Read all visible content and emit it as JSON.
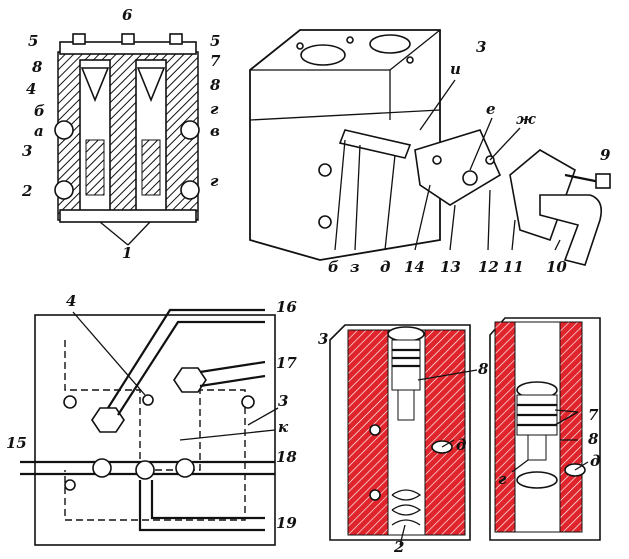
{
  "panels": {
    "top_left": {
      "labels": [
        "6",
        "5",
        "5",
        "8",
        "7",
        "4",
        "8",
        "б",
        "г",
        "а",
        "в",
        "3",
        "2",
        "г",
        "1"
      ]
    },
    "top_right": {
      "labels": [
        "3",
        "и",
        "е",
        "ж",
        "9",
        "б",
        "з",
        "д",
        "14",
        "13",
        "12",
        "11",
        "10"
      ]
    },
    "bottom_left": {
      "labels": [
        "4",
        "16",
        "17",
        "3",
        "к",
        "15",
        "18",
        "19"
      ]
    },
    "bottom_right": {
      "labels": [
        "3",
        "8",
        "7",
        "8",
        "д",
        "г",
        "д",
        "2"
      ]
    }
  },
  "colors": {
    "ink": "#111111",
    "hatch_red": "#e0242b",
    "paper": "#ffffff"
  }
}
